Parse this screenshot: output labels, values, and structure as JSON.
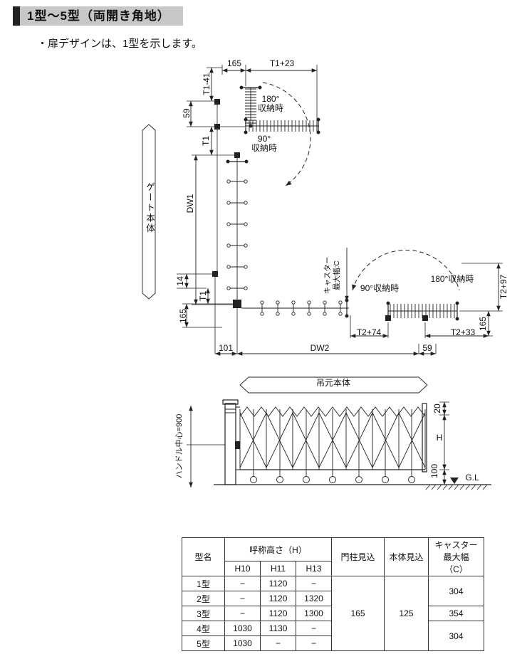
{
  "header": {
    "title": "1型～5型（両開き角地）"
  },
  "note": "・扉デザインは、1型を示します。",
  "colors": {
    "title_bg": "#c7c7c7",
    "title_block": "#222222",
    "line": "#222222"
  },
  "diagram": {
    "labels": {
      "t165_top": "165",
      "t1p23": "T1+23",
      "t1m41": "T1-41",
      "t59": "59",
      "t1a": "T1",
      "s180_top": "180°\n収納時",
      "s90_top": "90°\n収納時",
      "gate_body": "ゲート本体",
      "dw1": "DW1",
      "t14": "14",
      "t1b": "T1",
      "t165_bl": "165",
      "caster": "キャスター\n最大幅:C",
      "s90_right": "90°収納時",
      "s180_right": "180°収納時",
      "t2p97": "T2+97",
      "t165_r": "165",
      "t2p74": "T2+74",
      "t2p33": "T2+33",
      "t101": "101",
      "dw2": "DW2",
      "t59_b": "59",
      "hanging": "吊元本体"
    },
    "elevation": {
      "handle": "ハンドル中心=900",
      "t20": "20",
      "th": "H",
      "t100": "100",
      "gl": "G.L"
    }
  },
  "table": {
    "headers": {
      "model": "型名",
      "height_group": "呼称高さ（H）",
      "h10": "H10",
      "h11": "H11",
      "h13": "H13",
      "post_depth": "門柱見込",
      "body_depth": "本体見込",
      "caster": "キャスター\n最大幅\n（C）"
    },
    "rows": [
      {
        "model": "1型",
        "h10": "−",
        "h11": "1120",
        "h13": "−"
      },
      {
        "model": "2型",
        "h10": "−",
        "h11": "1120",
        "h13": "1320"
      },
      {
        "model": "3型",
        "h10": "−",
        "h11": "1120",
        "h13": "1300"
      },
      {
        "model": "4型",
        "h10": "1030",
        "h11": "1130",
        "h13": "−"
      },
      {
        "model": "5型",
        "h10": "1030",
        "h11": "−",
        "h13": "−"
      }
    ],
    "post_depth_value": "165",
    "body_depth_value": "125",
    "caster_values": {
      "rows_1_2": "304",
      "row_3": "354",
      "rows_4_5": "304"
    }
  }
}
